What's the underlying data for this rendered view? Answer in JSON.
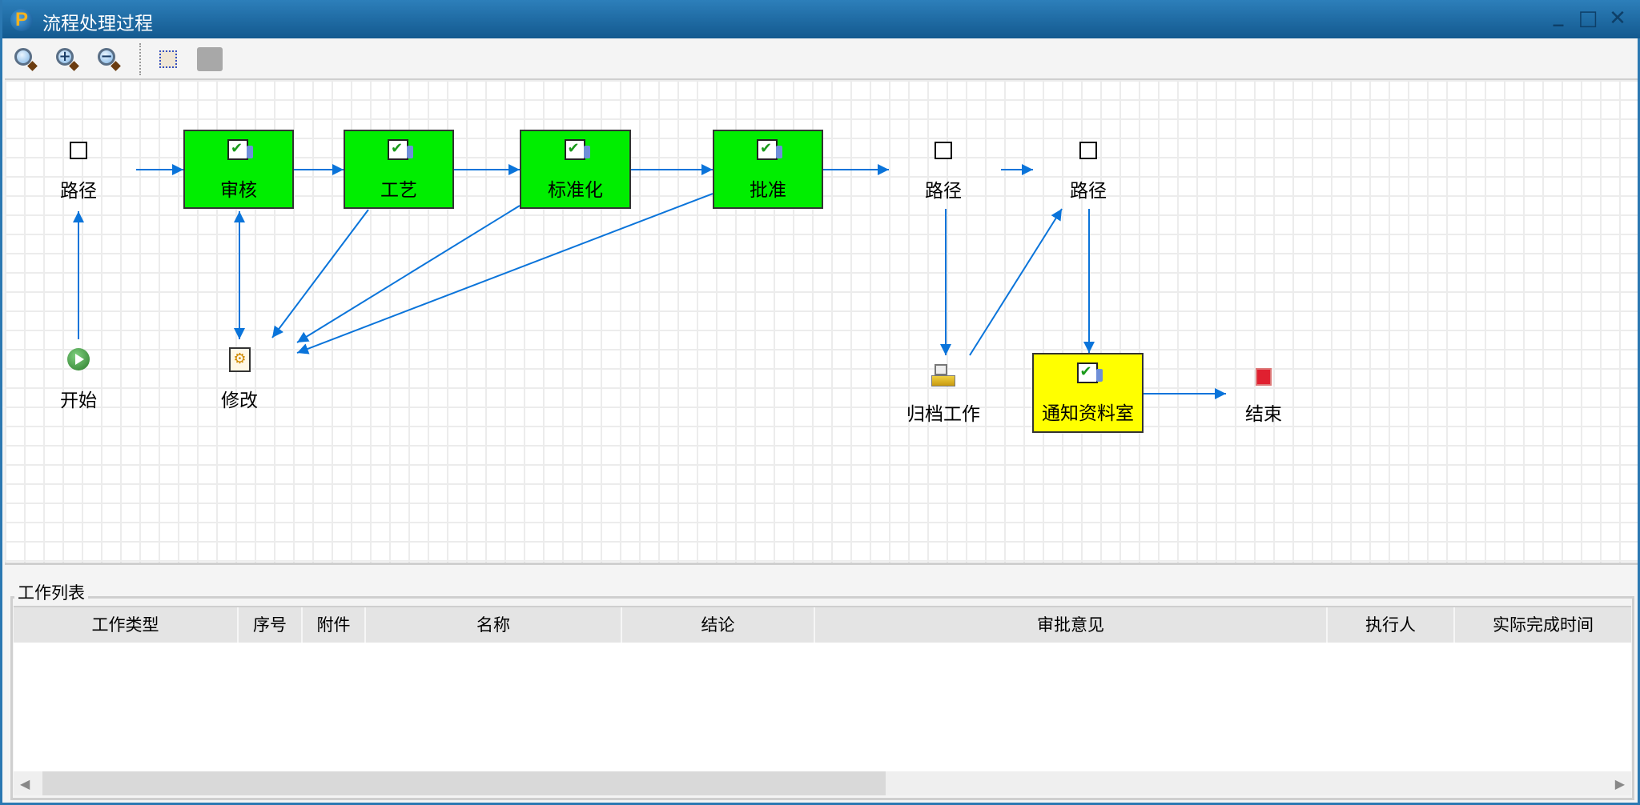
{
  "window": {
    "title": "流程处理过程",
    "logo": "P",
    "controls": [
      "minimize",
      "maximize",
      "close"
    ]
  },
  "toolbar": {
    "items": [
      "zoom-fit-icon",
      "zoom-in-icon",
      "zoom-out-icon",
      "fit-page-icon",
      "edit-disabled-icon"
    ]
  },
  "diagram": {
    "nodes": {
      "path1": {
        "label": "路径",
        "type": "route"
      },
      "start": {
        "label": "开始",
        "type": "start"
      },
      "review": {
        "label": "审核",
        "type": "task",
        "color": "#00ee00"
      },
      "craft": {
        "label": "工艺",
        "type": "task",
        "color": "#00ee00"
      },
      "standard": {
        "label": "标准化",
        "type": "task",
        "color": "#00ee00"
      },
      "approve": {
        "label": "批准",
        "type": "task",
        "color": "#00ee00"
      },
      "modify": {
        "label": "修改",
        "type": "activity"
      },
      "path2": {
        "label": "路径",
        "type": "route"
      },
      "path3": {
        "label": "路径",
        "type": "route"
      },
      "archive": {
        "label": "归档工作",
        "type": "activity"
      },
      "notify": {
        "label": "通知资料室",
        "type": "task",
        "color": "#ffff00"
      },
      "end": {
        "label": "结束",
        "type": "end"
      }
    },
    "edges": [
      [
        "start",
        "path1"
      ],
      [
        "path1",
        "review"
      ],
      [
        "review",
        "craft"
      ],
      [
        "craft",
        "standard"
      ],
      [
        "standard",
        "approve"
      ],
      [
        "approve",
        "path2"
      ],
      [
        "path2",
        "path3"
      ],
      [
        "review",
        "modify"
      ],
      [
        "modify",
        "review"
      ],
      [
        "craft",
        "modify"
      ],
      [
        "standard",
        "modify"
      ],
      [
        "approve",
        "modify"
      ],
      [
        "path2",
        "archive"
      ],
      [
        "archive",
        "path3"
      ],
      [
        "path3",
        "notify"
      ],
      [
        "notify",
        "end"
      ]
    ],
    "edge_color": "#0a74da"
  },
  "worklist": {
    "title": "工作列表",
    "columns": [
      "工作类型",
      "序号",
      "附件",
      "名称",
      "结论",
      "审批意见",
      "执行人",
      "实际完成时间"
    ],
    "rows": []
  }
}
